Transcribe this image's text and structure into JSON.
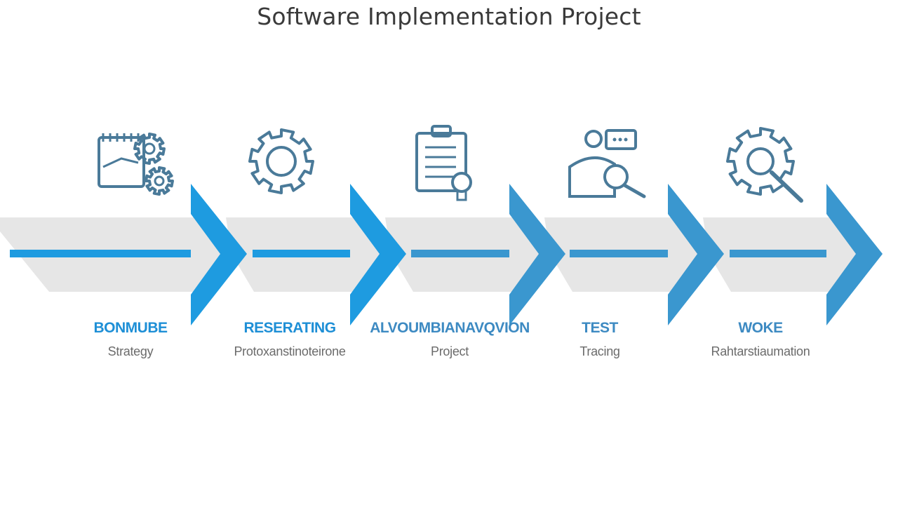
{
  "title": "Software Implementation Project",
  "colors": {
    "band": "#e6e6e6",
    "line_primary": "#1e9be0",
    "line_secondary": "#3a97cf",
    "icon_stroke": "#4a7a99",
    "label_primary": "#1e8fd6",
    "label_secondary": "#3d8ac2",
    "sublabel": "#6b6b6b"
  },
  "stages": [
    {
      "label": "BONMUBE",
      "sublabel": "Strategy",
      "icon": "calendar-gears-icon"
    },
    {
      "label": "RESERATING",
      "sublabel": "Protoxanstinoteirone",
      "icon": "gear-icon"
    },
    {
      "label": "ALVOUMBIANAVQVION",
      "sublabel": "Project",
      "icon": "clipboard-checklist-icon"
    },
    {
      "label": "TEST",
      "sublabel": "Tracing",
      "icon": "user-search-icon"
    },
    {
      "label": "WOKE",
      "sublabel": "Rahtarstiaumation",
      "icon": "gear-search-icon"
    }
  ]
}
